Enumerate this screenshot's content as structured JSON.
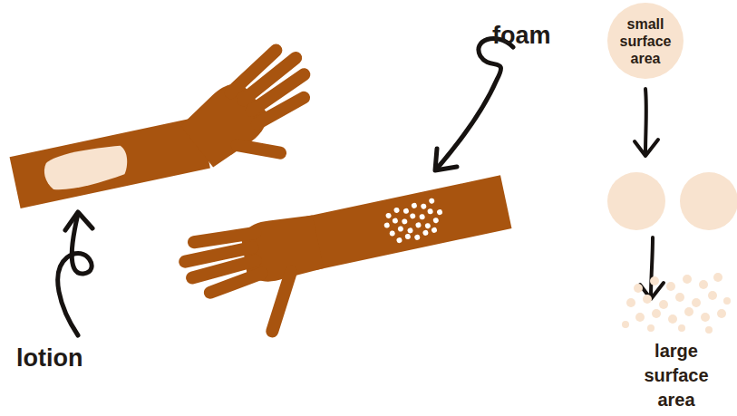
{
  "diagram": {
    "nodes": [
      {
        "text": [
          "small surface area"
        ]
      },
      {
        "text": [
          "large surface area"
        ]
      }
    ],
    "labels": [
      "lotion",
      "foam"
    ]
  }
}
